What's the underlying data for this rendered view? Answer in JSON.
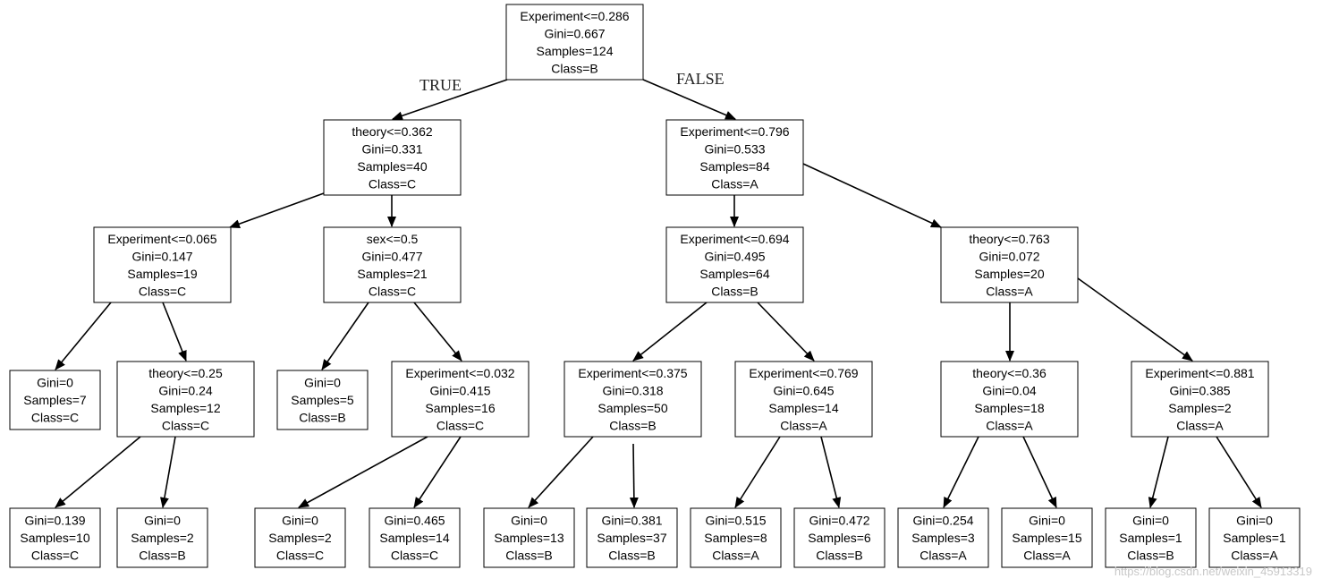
{
  "diagram": {
    "type": "decision-tree",
    "edge_labels": {
      "true_label": "TRUE",
      "false_label": "FALSE"
    },
    "nodes": [
      {
        "id": "n0",
        "lines": [
          "Experiment<=0.286",
          "Gini=0.667",
          "Samples=124",
          "Class=B"
        ]
      },
      {
        "id": "n1",
        "lines": [
          "theory<=0.362",
          "Gini=0.331",
          "Samples=40",
          "Class=C"
        ]
      },
      {
        "id": "n2",
        "lines": [
          "Experiment<=0.796",
          "Gini=0.533",
          "Samples=84",
          "Class=A"
        ]
      },
      {
        "id": "n3",
        "lines": [
          "Experiment<=0.065",
          "Gini=0.147",
          "Samples=19",
          "Class=C"
        ]
      },
      {
        "id": "n4",
        "lines": [
          "sex<=0.5",
          "Gini=0.477",
          "Samples=21",
          "Class=C"
        ]
      },
      {
        "id": "n5",
        "lines": [
          "Experiment<=0.694",
          "Gini=0.495",
          "Samples=64",
          "Class=B"
        ]
      },
      {
        "id": "n6",
        "lines": [
          "theory<=0.763",
          "Gini=0.072",
          "Samples=20",
          "Class=A"
        ]
      },
      {
        "id": "n7",
        "lines": [
          "Gini=0",
          "Samples=7",
          "Class=C"
        ]
      },
      {
        "id": "n8",
        "lines": [
          "theory<=0.25",
          "Gini=0.24",
          "Samples=12",
          "Class=C"
        ]
      },
      {
        "id": "n9",
        "lines": [
          "Gini=0",
          "Samples=5",
          "Class=B"
        ]
      },
      {
        "id": "n10",
        "lines": [
          "Experiment<=0.032",
          "Gini=0.415",
          "Samples=16",
          "Class=C"
        ]
      },
      {
        "id": "n11",
        "lines": [
          "Experiment<=0.375",
          "Gini=0.318",
          "Samples=50",
          "Class=B"
        ]
      },
      {
        "id": "n12",
        "lines": [
          "Experiment<=0.769",
          "Gini=0.645",
          "Samples=14",
          "Class=A"
        ]
      },
      {
        "id": "n13",
        "lines": [
          "theory<=0.36",
          "Gini=0.04",
          "Samples=18",
          "Class=A"
        ]
      },
      {
        "id": "n14",
        "lines": [
          "Experiment<=0.881",
          "Gini=0.385",
          "Samples=2",
          "Class=A"
        ]
      },
      {
        "id": "n15",
        "lines": [
          "Gini=0.139",
          "Samples=10",
          "Class=C"
        ]
      },
      {
        "id": "n16",
        "lines": [
          "Gini=0",
          "Samples=2",
          "Class=B"
        ]
      },
      {
        "id": "n17",
        "lines": [
          "Gini=0",
          "Samples=2",
          "Class=C"
        ]
      },
      {
        "id": "n18",
        "lines": [
          "Gini=0.465",
          "Samples=14",
          "Class=C"
        ]
      },
      {
        "id": "n19",
        "lines": [
          "Gini=0",
          "Samples=13",
          "Class=B"
        ]
      },
      {
        "id": "n20",
        "lines": [
          "Gini=0.381",
          "Samples=37",
          "Class=B"
        ]
      },
      {
        "id": "n21",
        "lines": [
          "Gini=0.515",
          "Samples=8",
          "Class=A"
        ]
      },
      {
        "id": "n22",
        "lines": [
          "Gini=0.472",
          "Samples=6",
          "Class=B"
        ]
      },
      {
        "id": "n23",
        "lines": [
          "Gini=0.254",
          "Samples=3",
          "Class=A"
        ]
      },
      {
        "id": "n24",
        "lines": [
          "Gini=0",
          "Samples=15",
          "Class=A"
        ]
      },
      {
        "id": "n25",
        "lines": [
          "Gini=0",
          "Samples=1",
          "Class=B"
        ]
      },
      {
        "id": "n26",
        "lines": [
          "Gini=0",
          "Samples=1",
          "Class=A"
        ]
      }
    ],
    "edges": [
      [
        "n0",
        "n1"
      ],
      [
        "n0",
        "n2"
      ],
      [
        "n1",
        "n3"
      ],
      [
        "n1",
        "n4"
      ],
      [
        "n2",
        "n5"
      ],
      [
        "n2",
        "n6"
      ],
      [
        "n3",
        "n7"
      ],
      [
        "n3",
        "n8"
      ],
      [
        "n4",
        "n9"
      ],
      [
        "n4",
        "n10"
      ],
      [
        "n5",
        "n11"
      ],
      [
        "n5",
        "n12"
      ],
      [
        "n6",
        "n13"
      ],
      [
        "n6",
        "n14"
      ],
      [
        "n8",
        "n15"
      ],
      [
        "n8",
        "n16"
      ],
      [
        "n10",
        "n17"
      ],
      [
        "n10",
        "n18"
      ],
      [
        "n11",
        "n19"
      ],
      [
        "n11",
        "n20"
      ],
      [
        "n12",
        "n21"
      ],
      [
        "n12",
        "n22"
      ],
      [
        "n13",
        "n23"
      ],
      [
        "n13",
        "n24"
      ],
      [
        "n14",
        "n25"
      ],
      [
        "n14",
        "n26"
      ]
    ],
    "watermark": "https://blog.csdn.net/weixin_45913319"
  }
}
